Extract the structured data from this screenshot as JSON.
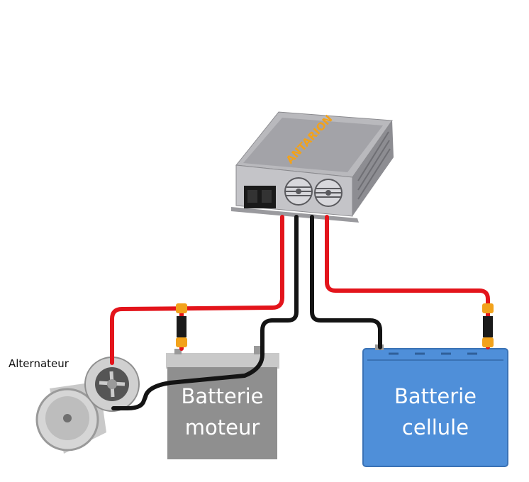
{
  "alternator": {
    "label": "Alternateur"
  },
  "starter_battery": {
    "line1": "Batterie",
    "line2": "moteur"
  },
  "leisure_battery": {
    "line1": "Batterie",
    "line2": "cellule"
  },
  "charger": {
    "brand": "ANTARION"
  },
  "colors": {
    "positive_cable": "#e3141b",
    "negative_cable": "#141414",
    "starter_battery": "#8f8f8f",
    "leisure_battery": "#4f8fd9",
    "charger_body": "#a9a9ad",
    "fuse": "#f2a21b"
  }
}
